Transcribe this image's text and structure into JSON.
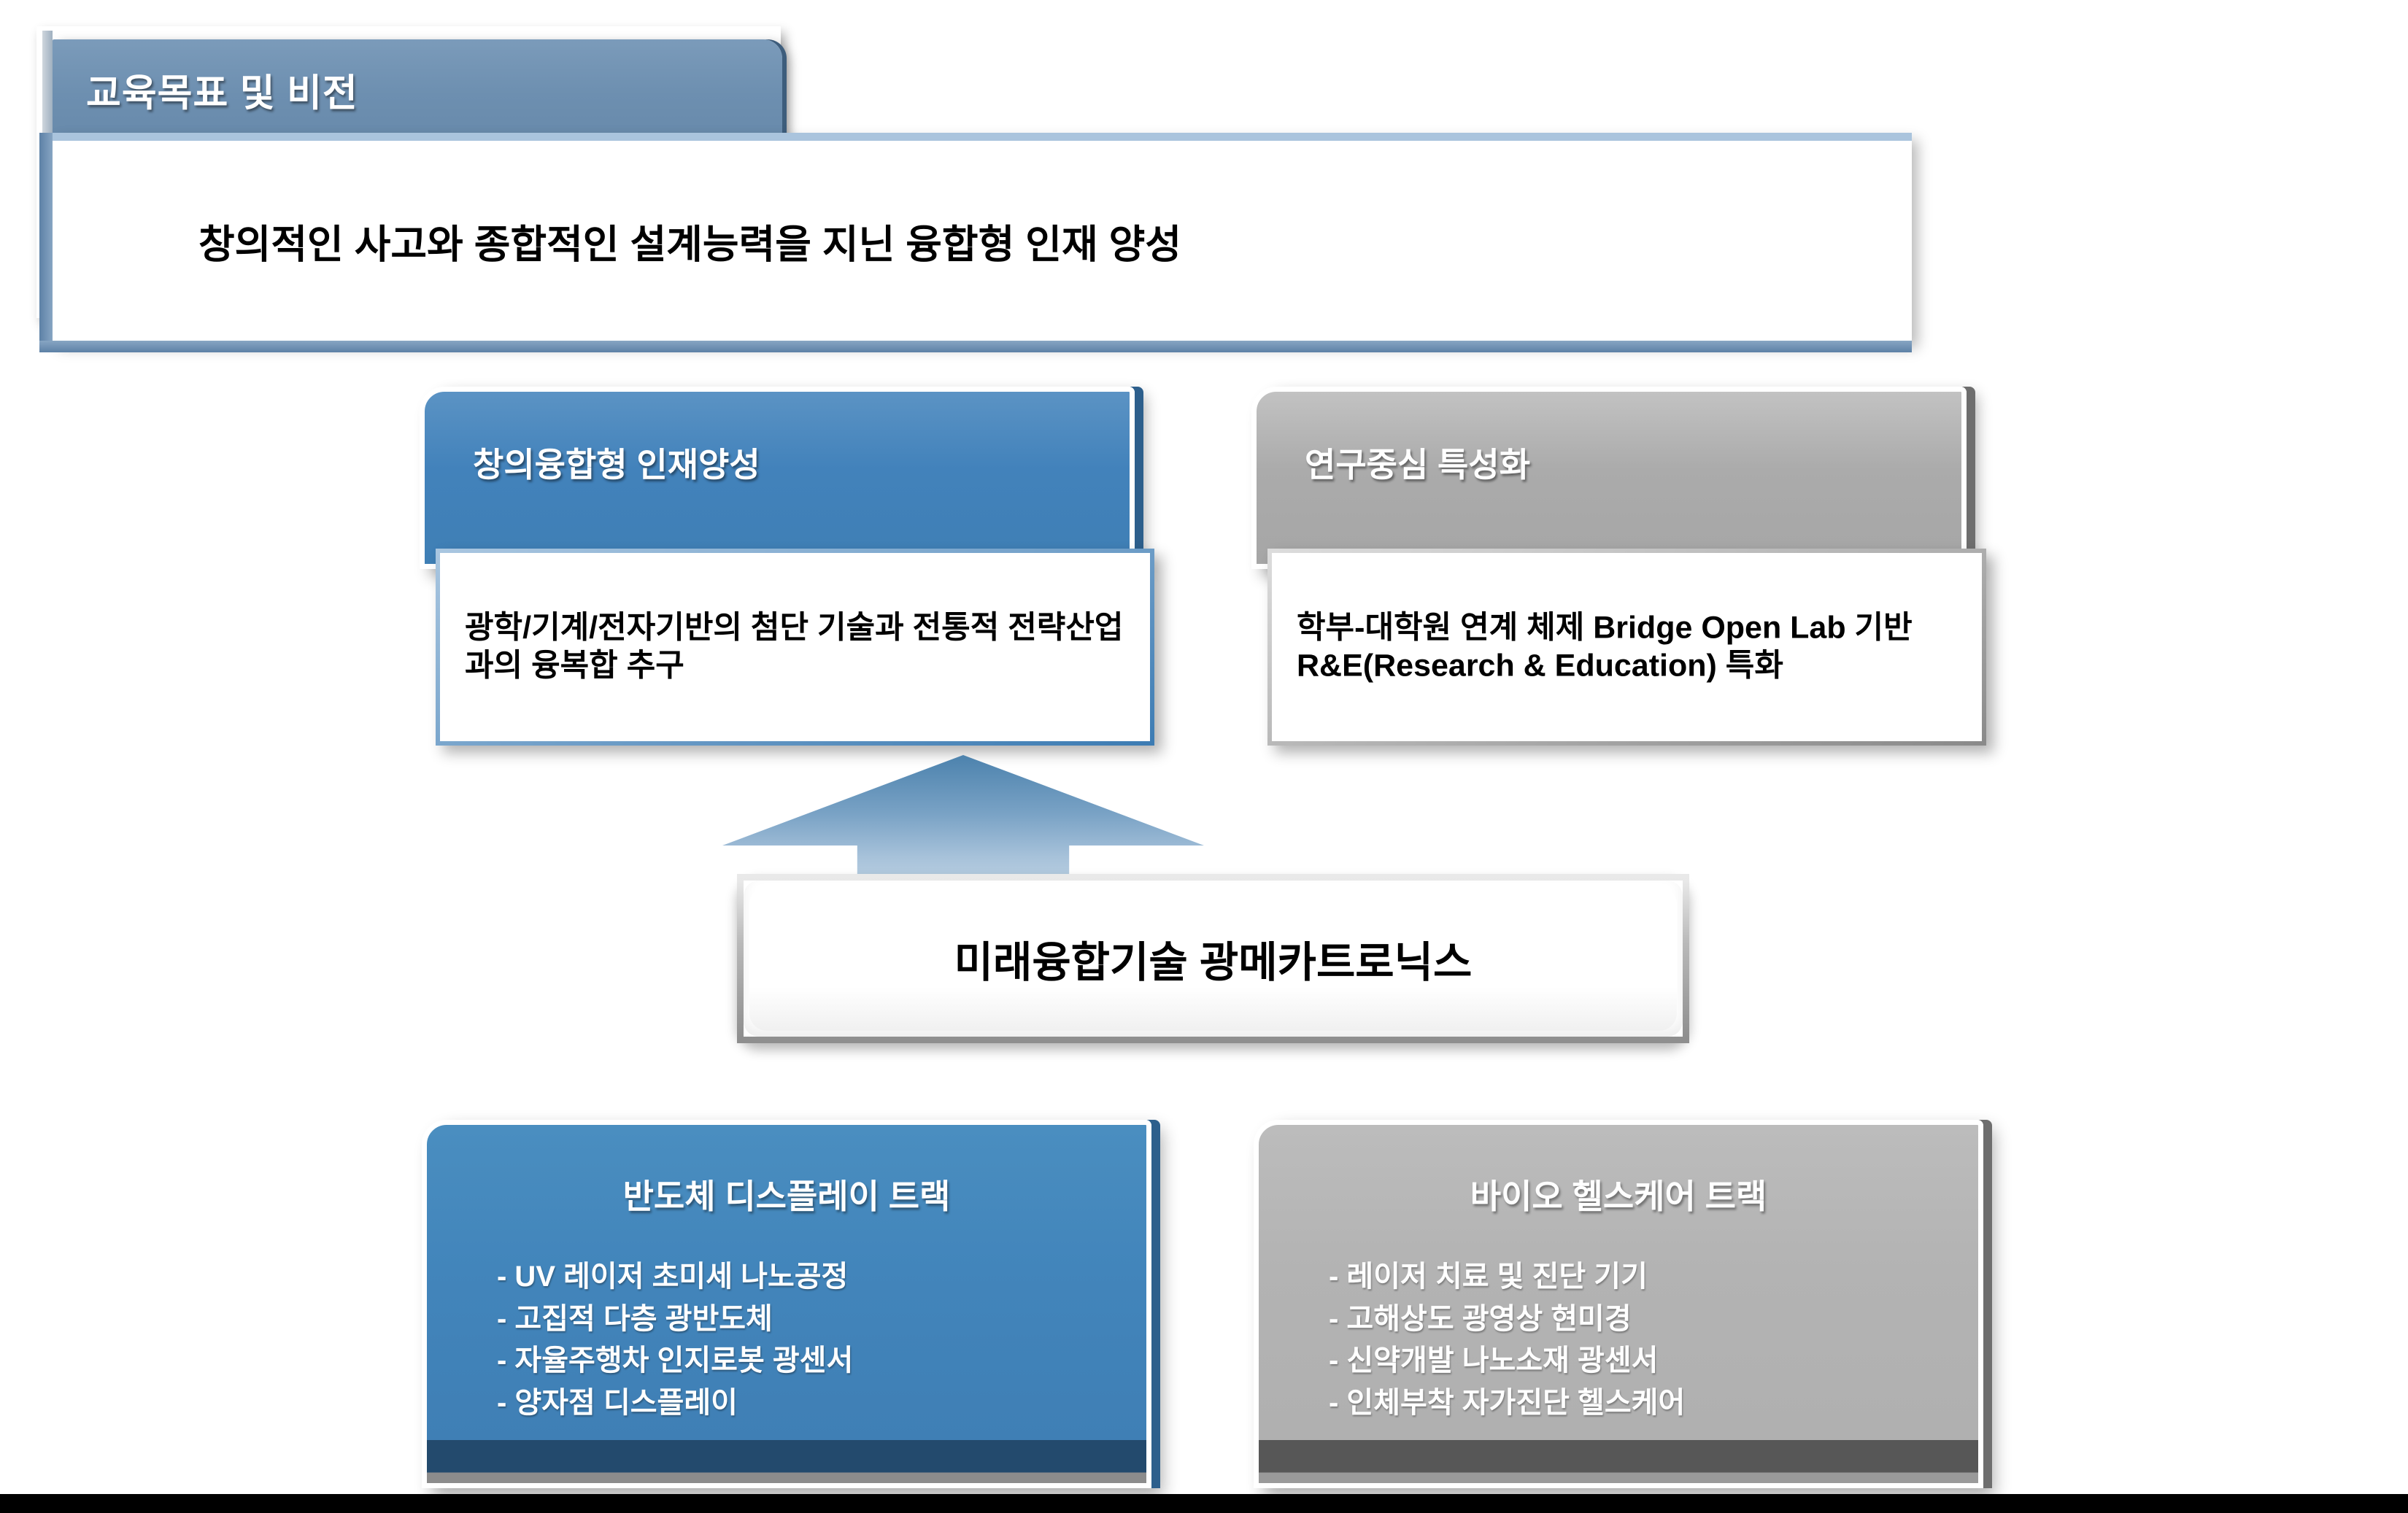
{
  "colors": {
    "title_banner_blue": "#6d8fb0",
    "pillar_blue": "#3f7fb5",
    "pillar_gray": "#a6a6a6",
    "track_blue": "#3f7fb5",
    "track_gray": "#b0b0b0",
    "arrow_top": "#4c82ad",
    "arrow_bottom": "#c7d8e7",
    "text_dark": "#000000",
    "text_light": "#ffffff"
  },
  "header": {
    "title": "교육목표 및 비전",
    "vision_statement": "창의적인 사고와 종합적인 설계능력을 지닌 융합형 인재 양성"
  },
  "pillars": [
    {
      "heading": "창의융합형 인재양성",
      "body": "광학/기계/전자기반의 첨단 기술과 전통적 전략산업과의 융복합 추구"
    },
    {
      "heading": "연구중심 특성화",
      "body": "학부-대학원 연계 체제 Bridge Open Lab 기반 R&E(Research & Education) 특화"
    }
  ],
  "center": {
    "label": "미래융합기술 광메카트로닉스"
  },
  "tracks": [
    {
      "title": "반도체 디스플레이 트랙",
      "items": [
        "- UV 레이저 초미세 나노공정",
        "- 고집적 다층 광반도체",
        "- 자율주행차 인지로봇 광센서",
        "- 양자점 디스플레이"
      ]
    },
    {
      "title": "바이오 헬스케어 트랙",
      "items": [
        "- 레이저 치료 및 진단 기기",
        "- 고해상도 광영상 현미경",
        "- 신약개발 나노소재 광센서",
        "- 인체부착 자가진단 헬스케어"
      ]
    }
  ]
}
